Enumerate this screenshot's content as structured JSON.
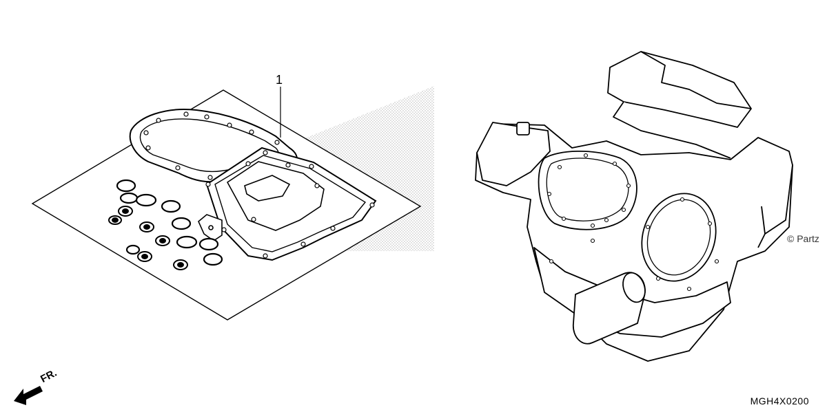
{
  "diagram": {
    "callouts": [
      {
        "number": "1"
      }
    ],
    "direction_indicator": {
      "label": "FR.",
      "icon": "arrow-left-icon"
    },
    "watermark": "© Partz",
    "diagram_code": "MGH4X0200"
  }
}
